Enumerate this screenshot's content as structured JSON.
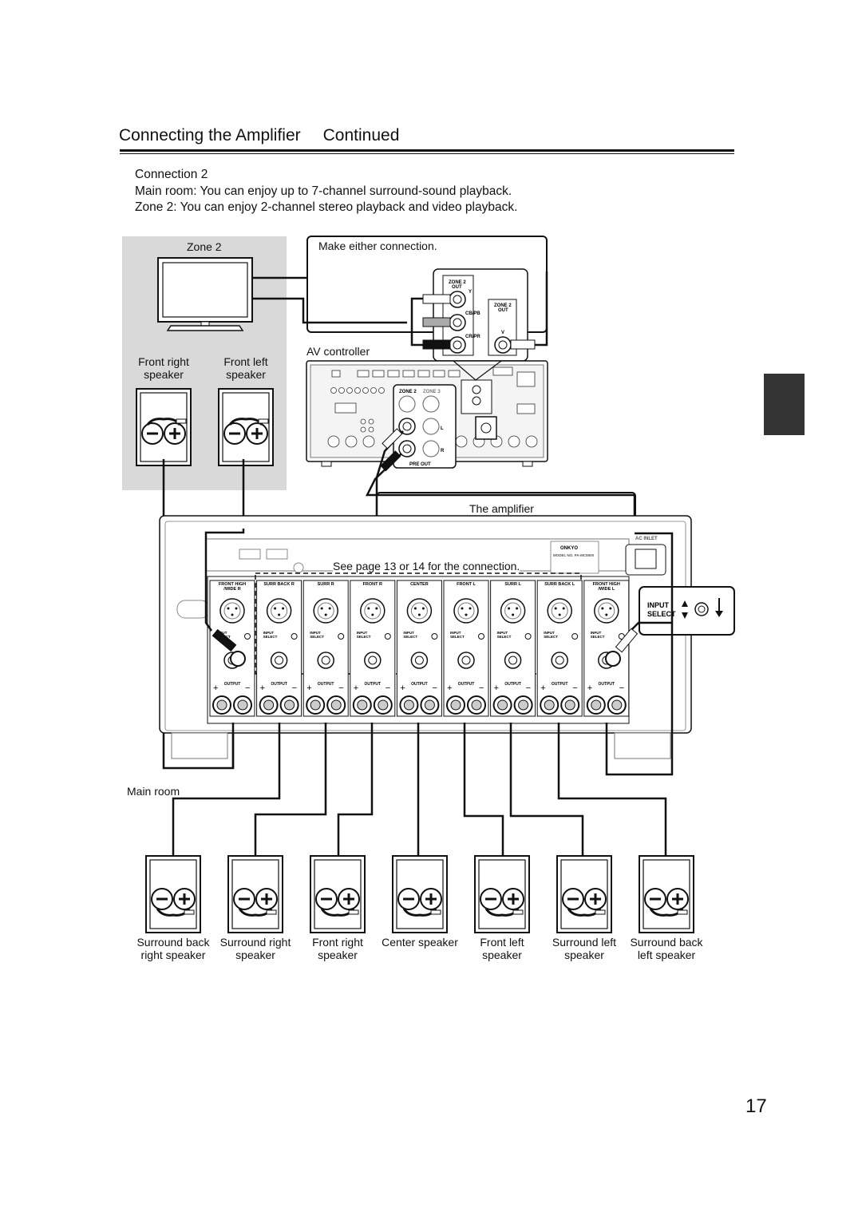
{
  "header": {
    "title": "Connecting the Amplifier",
    "continued": "Continued"
  },
  "intro": {
    "connection": "Connection 2",
    "main_room_label": "Main room",
    "main_room_text": ": You can enjoy up to 7-channel surround-sound playback.",
    "zone2_label": "Zone 2",
    "zone2_text_a": ": You can enjoy 2-channel stereo",
    "zone2_text_b": "playback and",
    "zone2_text_c": "video playback."
  },
  "zone2_box": {
    "title": "Zone 2",
    "front_right": [
      "Front right",
      "speaker"
    ],
    "front_left": [
      "Front left",
      "speaker"
    ]
  },
  "labels": {
    "make_either": "Make either connection.",
    "av_controller": "AV controller",
    "the_amplifier": "The amplifier",
    "see_page": "See page 13 or 14 for the connection.",
    "main_room": "Main room",
    "input_select_1": "INPUT",
    "input_select_2": "SELECT",
    "zone2_out": "ZONE 2",
    "out": "OUT",
    "y": "Y",
    "cb_pb": "CB/PB",
    "cr_pr": "CR/PR",
    "v": "V",
    "pre_out": "PRE OUT",
    "zone2_pre": "ZONE 2",
    "zone3_pre": "ZONE 3",
    "l": "L",
    "r": "R",
    "ac_inlet": "AC INLET",
    "onkyo": "ONKYO",
    "model": "MODEL NO. PA-MC5500"
  },
  "amp_channels": [
    "FRONT HIGH /WIDE R",
    "SURR BACK R",
    "SURR R",
    "FRONT R",
    "CENTER",
    "FRONT L",
    "SURR L",
    "SURR BACK L",
    "FRONT HIGH /WIDE L"
  ],
  "amp_channel_input": [
    "INPUT",
    "SELECT"
  ],
  "amp_channel_output": "OUTPUT",
  "speakers": [
    {
      "line1": "Surround back",
      "line2": "right speaker"
    },
    {
      "line1": "Surround right",
      "line2": "speaker"
    },
    {
      "line1": "Front right",
      "line2": "speaker"
    },
    {
      "line1": "Center speaker",
      "line2": ""
    },
    {
      "line1": "Front left",
      "line2": "speaker"
    },
    {
      "line1": "Surround left",
      "line2": "speaker"
    },
    {
      "line1": "Surround back",
      "line2": "left speaker"
    }
  ],
  "page_number": "17"
}
